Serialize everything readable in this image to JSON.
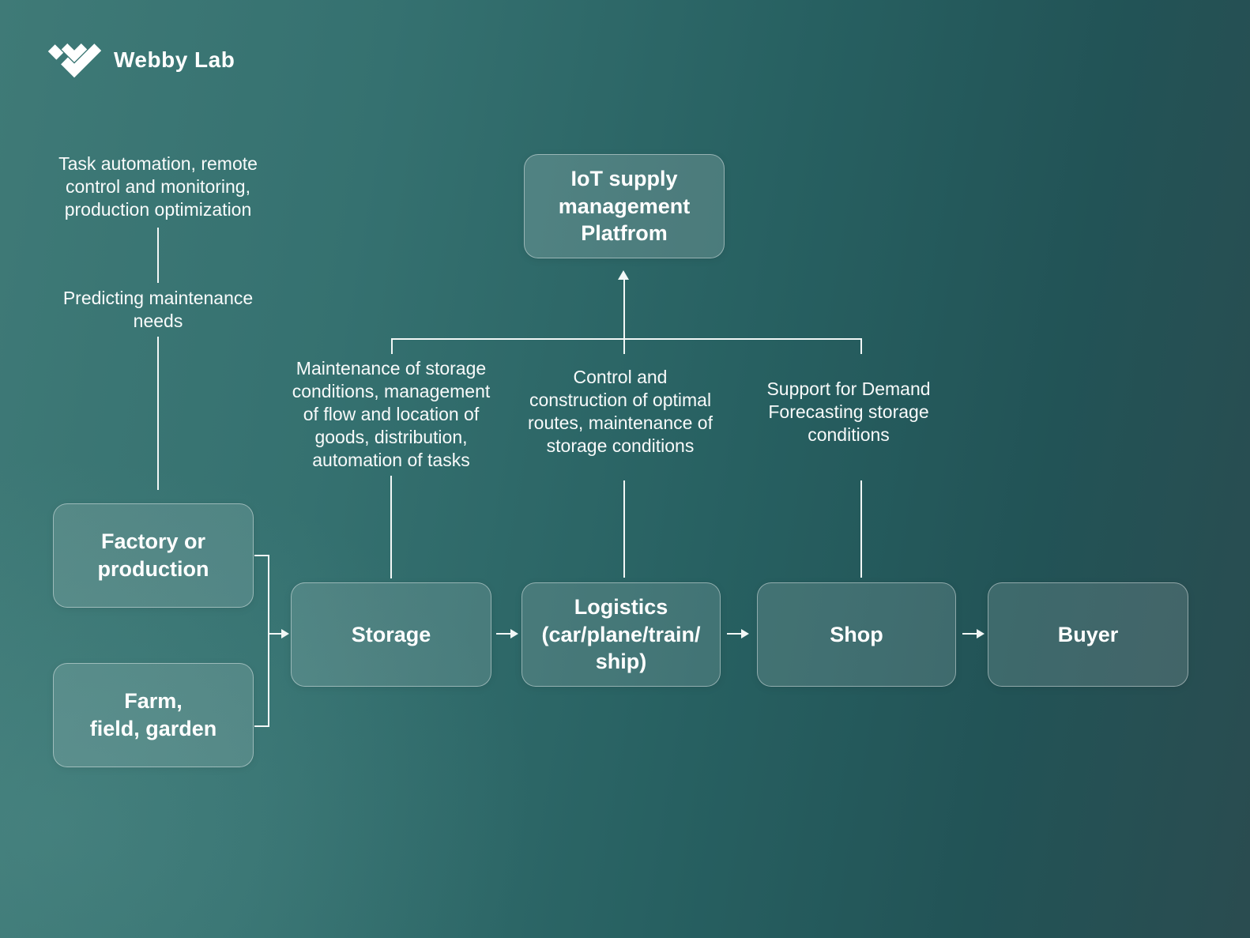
{
  "brand": {
    "name": "Webby Lab",
    "logo_icon": "webbylab-w-chevron"
  },
  "diagram": {
    "nodes": {
      "platform": "IoT supply\nmanagement\nPlatfrom",
      "factory": "Factory or\nproduction",
      "farm": "Farm,\nfield, garden",
      "storage": "Storage",
      "logistics": "Logistics\n(car/plane/train/\nship)",
      "shop": "Shop",
      "buyer": "Buyer"
    },
    "annotations": {
      "production_top": "Task automation, remote\ncontrol and monitoring,\nproduction optimization",
      "production_bottom": "Predicting maintenance\nneeds",
      "storage": "Maintenance of storage\nconditions, management\nof flow and location of\ngoods, distribution,\nautomation of tasks",
      "logistics": "Control and\nconstruction of optimal\nroutes, maintenance of\nstorage conditions",
      "shop": "Support for Demand\nForecasting storage\nconditions"
    },
    "colors": {
      "background_left": "#3F7A77",
      "background_right": "#2A4C50",
      "node_fill": "rgba(255,255,255,0.13)",
      "node_border": "rgba(255,255,255,0.42)",
      "connector": "#F2F7F6",
      "text": "#FFFFFF"
    }
  }
}
